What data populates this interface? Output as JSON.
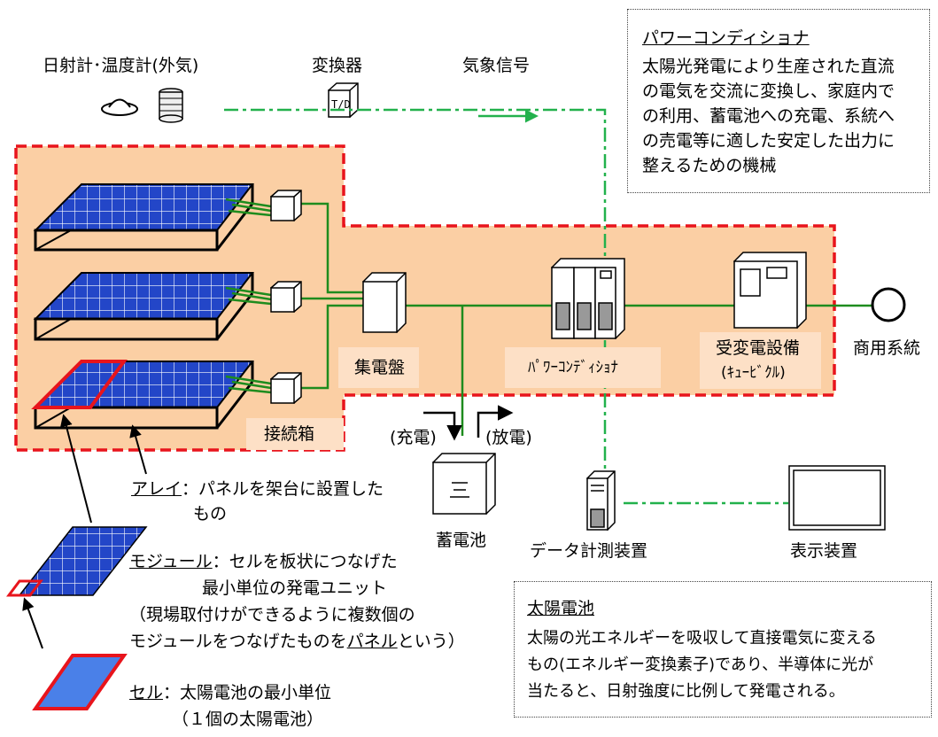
{
  "sensors": {
    "title": "日射計･温度計(外気)",
    "converter": "変換器",
    "converter_chip": "T/D",
    "weather_signal": "気象信号"
  },
  "pcs_box": {
    "title": "パワーコンディショナ",
    "lines": [
      "太陽光発電により生産された直流",
      "の電気を交流に変換し、家庭内で",
      "の利用、蓄電池への充電、系統へ",
      "の売電等に適した安定した出力に",
      "整えるための機械"
    ]
  },
  "equipment": {
    "junction_box": "接続箱",
    "collector_panel": "集電盤",
    "pcs": "ﾊﾟﾜｰｺﾝﾃﾞｨｼｮﾅ",
    "substation": "受変電設備",
    "cubicle": "(ｷｭｰﾋﾞｸﾙ)",
    "grid": "商用系統",
    "charge": "(充電)",
    "discharge": "(放電)",
    "battery": "蓄電池",
    "data_device": "データ計測装置",
    "display": "表示装置"
  },
  "definitions": {
    "array_term": "アレイ",
    "array_line1": "：パネルを架台に設置した",
    "array_line2": "もの",
    "module_term": "モジュール",
    "module_line1": "：セルを板状につなげた",
    "module_line2": "最小単位の発電ユニット",
    "module_line3": "（現場取付けができるように複数個の",
    "module_line4a": "モジュールをつなげたものを",
    "module_line4b": "パネル",
    "module_line4c": "という）",
    "cell_term": "セル",
    "cell_line1": "：太陽電池の最小単位",
    "cell_line2": "（１個の太陽電池）"
  },
  "solar_box": {
    "title": "太陽電池",
    "lines": [
      "太陽の光エネルギーを吸収して直接電気に変える",
      "もの(エネルギー変換素子)であり、半導体に光が",
      "当たると、日射強度に比例して発電される。"
    ]
  },
  "colors": {
    "region_fill": "#fbcfa4",
    "region_border": "#e8141c",
    "wire": "#1e8c1e",
    "signal": "#22b14c",
    "panel": "#2346c8",
    "cell": "#4a80e8"
  }
}
